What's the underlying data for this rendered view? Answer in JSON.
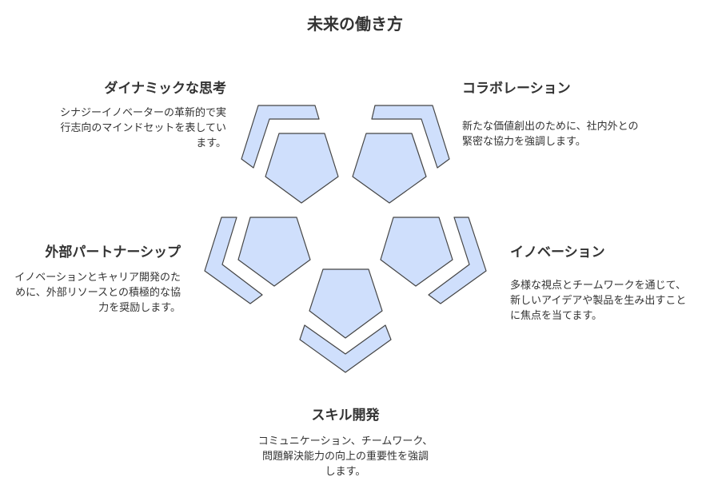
{
  "title": "未来の働き方",
  "colors": {
    "shape_fill": "#cfdffc",
    "shape_stroke": "#444444",
    "text": "#333333"
  },
  "sections": [
    {
      "heading": "ダイナミックな思考",
      "description": "シナジーイノベーターの革新的で実行志向のマインドセットを表しています。"
    },
    {
      "heading": "コラボレーション",
      "description": "新たな価値創出のために、社内外との緊密な協力を強調します。"
    },
    {
      "heading": "外部パートナーシップ",
      "description": "イノベーションとキャリア開発のために、外部リソースとの積極的な協力を奨励します。"
    },
    {
      "heading": "イノベーション",
      "description": "多様な視点とチームワークを通じて、新しいアイデアや製品を生み出すことに焦点を当てます。"
    },
    {
      "heading": "スキル開発",
      "description": "コミュニケーション、チームワーク、問題解決能力の向上の重要性を強調します。"
    }
  ]
}
